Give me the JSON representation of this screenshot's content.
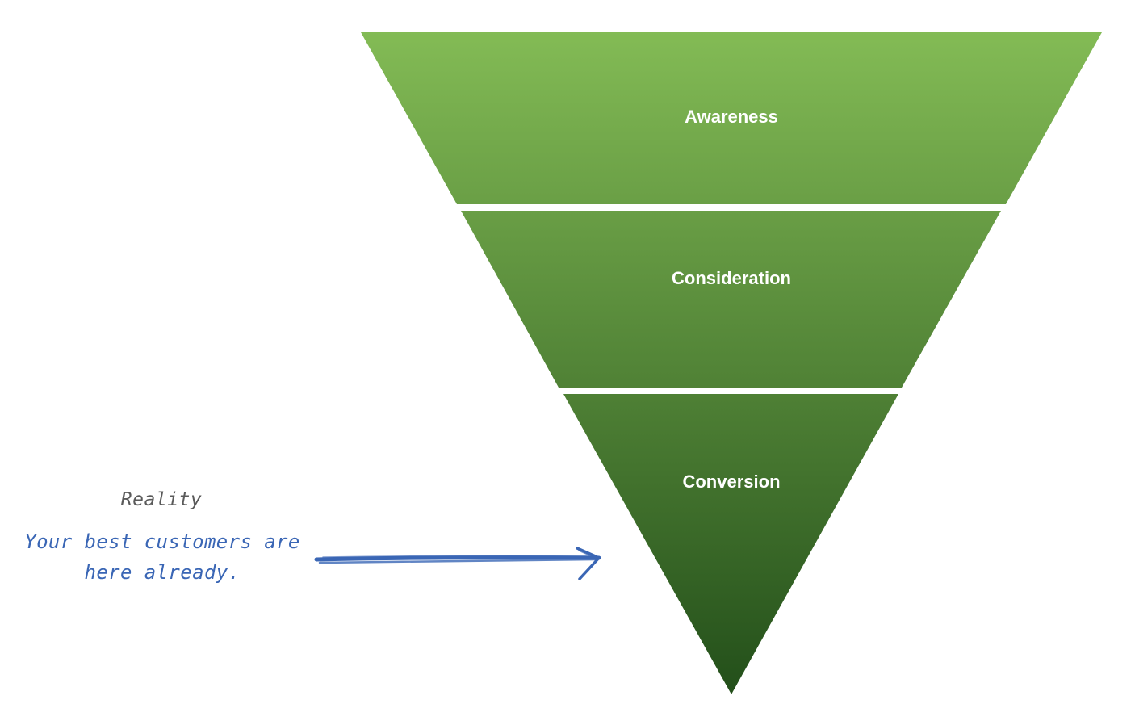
{
  "funnel": {
    "stages": [
      {
        "label": "Awareness"
      },
      {
        "label": "Consideration"
      },
      {
        "label": "Conversion"
      }
    ],
    "colors": {
      "top": "#83bb55",
      "bottom": "#234f1a",
      "separator": "#ffffff"
    }
  },
  "annotation": {
    "heading": "Reality",
    "body_line1": "Your best customers are",
    "body_line2": "here already.",
    "color": "#3a66b5",
    "heading_color": "#5a5a5a",
    "arrow_icon": "hand-drawn-arrow-right-icon"
  }
}
